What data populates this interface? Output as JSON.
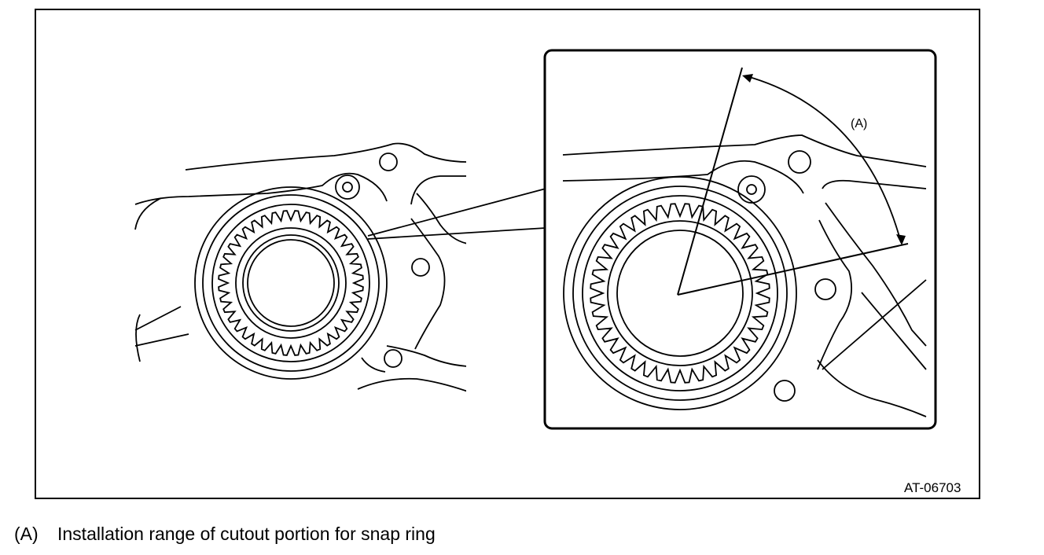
{
  "figure": {
    "id": "AT-06703",
    "callout_label": "(A)"
  },
  "legend": [
    {
      "key": "(A)",
      "text": "Installation range of cutout portion for snap ring"
    }
  ]
}
